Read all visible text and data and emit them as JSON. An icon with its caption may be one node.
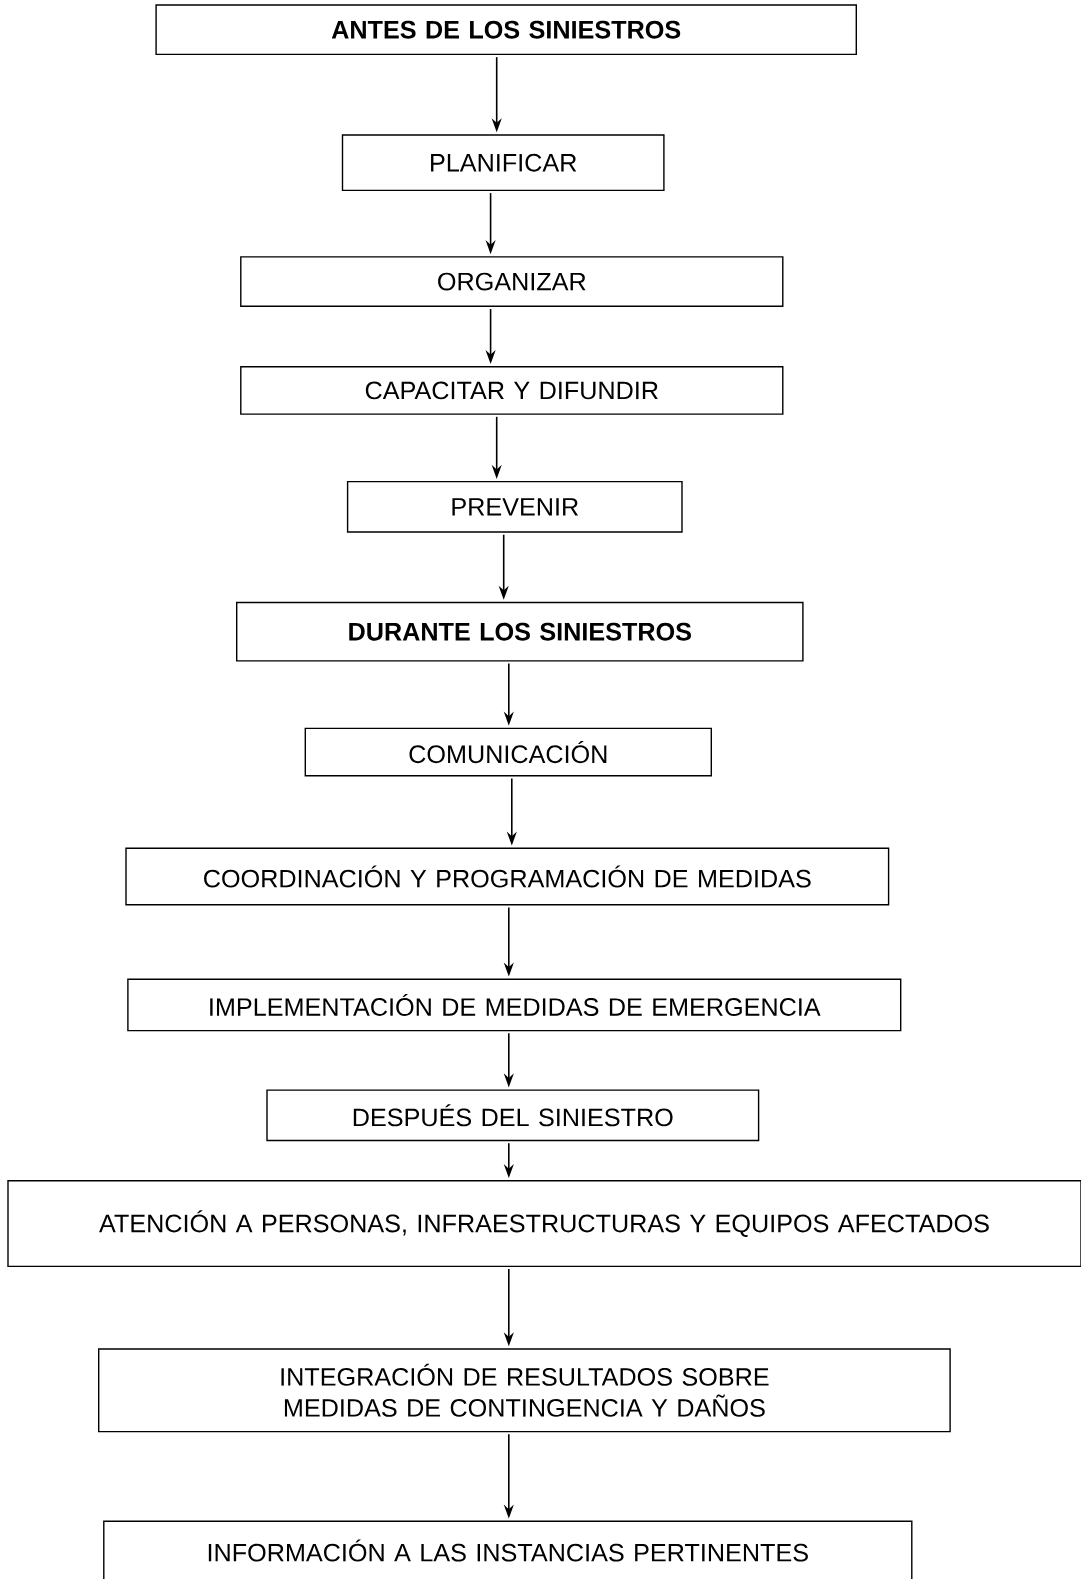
{
  "diagram": {
    "nodes": [
      {
        "text": [
          "ANTES DE LOS SINIESTROS"
        ]
      },
      {
        "text": [
          "PLANIFICAR"
        ]
      },
      {
        "text": [
          "ORGANIZAR"
        ]
      },
      {
        "text": [
          "CAPACITAR Y DIFUNDIR"
        ]
      },
      {
        "text": [
          "PREVENIR"
        ]
      },
      {
        "text": [
          "DURANTE LOS SINIESTROS"
        ]
      },
      {
        "text": [
          "COMUNICACIÓN"
        ]
      },
      {
        "text": [
          "COORDINACIÓN Y PROGRAMACIÓN DE MEDIDAS"
        ]
      },
      {
        "text": [
          "IMPLEMENTACIÓN DE MEDIDAS DE EMERGENCIA"
        ]
      },
      {
        "text": [
          "DESPUÉS DEL SINIESTRO"
        ]
      },
      {
        "text": [
          "ATENCIÓN A PERSONAS, INFRAESTRUCTURAS Y EQUIPOS AFECTADOS"
        ]
      },
      {
        "text": [
          "INTEGRACIÓN DE RESULTADOS SOBRE MEDIDAS DE CONTINGENCIA Y DAÑOS"
        ]
      },
      {
        "text": [
          "INFORMACIÓN A LAS INSTANCIAS PERTINENTES"
        ]
      }
    ],
    "edges": [
      {
        "from": 0,
        "to": 1,
        "arrow": "to"
      },
      {
        "from": 1,
        "to": 2,
        "arrow": "to"
      },
      {
        "from": 2,
        "to": 3,
        "arrow": "to"
      },
      {
        "from": 3,
        "to": 4,
        "arrow": "to"
      },
      {
        "from": 4,
        "to": 5,
        "arrow": "to"
      },
      {
        "from": 5,
        "to": 6,
        "arrow": "to"
      },
      {
        "from": 6,
        "to": 7,
        "arrow": "to"
      },
      {
        "from": 7,
        "to": 8,
        "arrow": "to"
      },
      {
        "from": 8,
        "to": 9,
        "arrow": "to"
      },
      {
        "from": 9,
        "to": 10,
        "arrow": "to"
      },
      {
        "from": 10,
        "to": 11,
        "arrow": "to"
      },
      {
        "from": 11,
        "to": 12,
        "arrow": "to"
      }
    ]
  }
}
